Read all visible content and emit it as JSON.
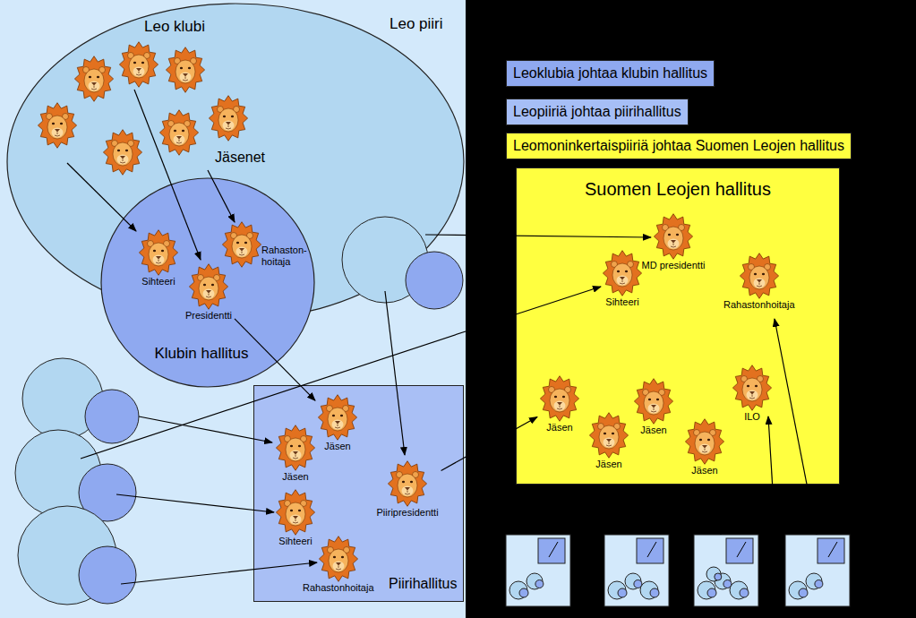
{
  "diagram": {
    "nodes": [
      {
        "text": [
          "Leo piiri"
        ]
      },
      {
        "text": [
          "Leo klubi",
          "Jäsenet"
        ],
        "in": 0
      },
      {
        "text": [
          "Klubin hallitus"
        ],
        "in": 1
      },
      {
        "text": [
          "Sihteeri"
        ],
        "in": 2
      },
      {
        "text": [
          "Rahaston- hoitaja"
        ],
        "in": 2
      },
      {
        "text": [
          "Presidentti"
        ],
        "in": 2
      },
      {
        "text": [
          "Piirihallitus"
        ],
        "in": 0
      },
      {
        "text": [
          "Jäsen"
        ],
        "in": 6
      },
      {
        "text": [
          "Jäsen"
        ],
        "in": 6
      },
      {
        "text": [
          "Sihteeri"
        ],
        "in": 6
      },
      {
        "text": [
          "Piiripresidentti"
        ],
        "in": 6
      },
      {
        "text": [
          "Rahastonhoitaja"
        ],
        "in": 6
      },
      {
        "text": [
          "Suomen Leojen hallitus"
        ]
      },
      {
        "text": [
          "MD presidentti"
        ],
        "in": 12
      },
      {
        "text": [
          "Sihteeri"
        ],
        "in": 12
      },
      {
        "text": [
          "Rahastonhoitaja"
        ],
        "in": 12
      },
      {
        "text": [
          "Jäsen"
        ],
        "in": 12
      },
      {
        "text": [
          "ILO"
        ],
        "in": 12
      },
      {
        "text": [
          "Jäsen"
        ],
        "in": 12
      },
      {
        "text": [
          "Jäsen"
        ],
        "in": 12
      },
      {
        "text": [
          "Jäsen"
        ],
        "in": 12
      }
    ],
    "edges": [
      {
        "from": 5,
        "to": 7,
        "arrow": "to"
      },
      {
        "from": 10,
        "to": 16,
        "arrow": "to"
      }
    ],
    "legend": [
      {
        "text": "Leoklubia johtaa klubin hallitus",
        "color": "#8fa9f0"
      },
      {
        "text": "Leopiiriä johtaa piirihallitus",
        "color": "#a6bef6"
      },
      {
        "text": "Leomoninkertaispiiriä johtaa Suomen Leojen hallitus",
        "color": "#ffff40"
      }
    ]
  }
}
